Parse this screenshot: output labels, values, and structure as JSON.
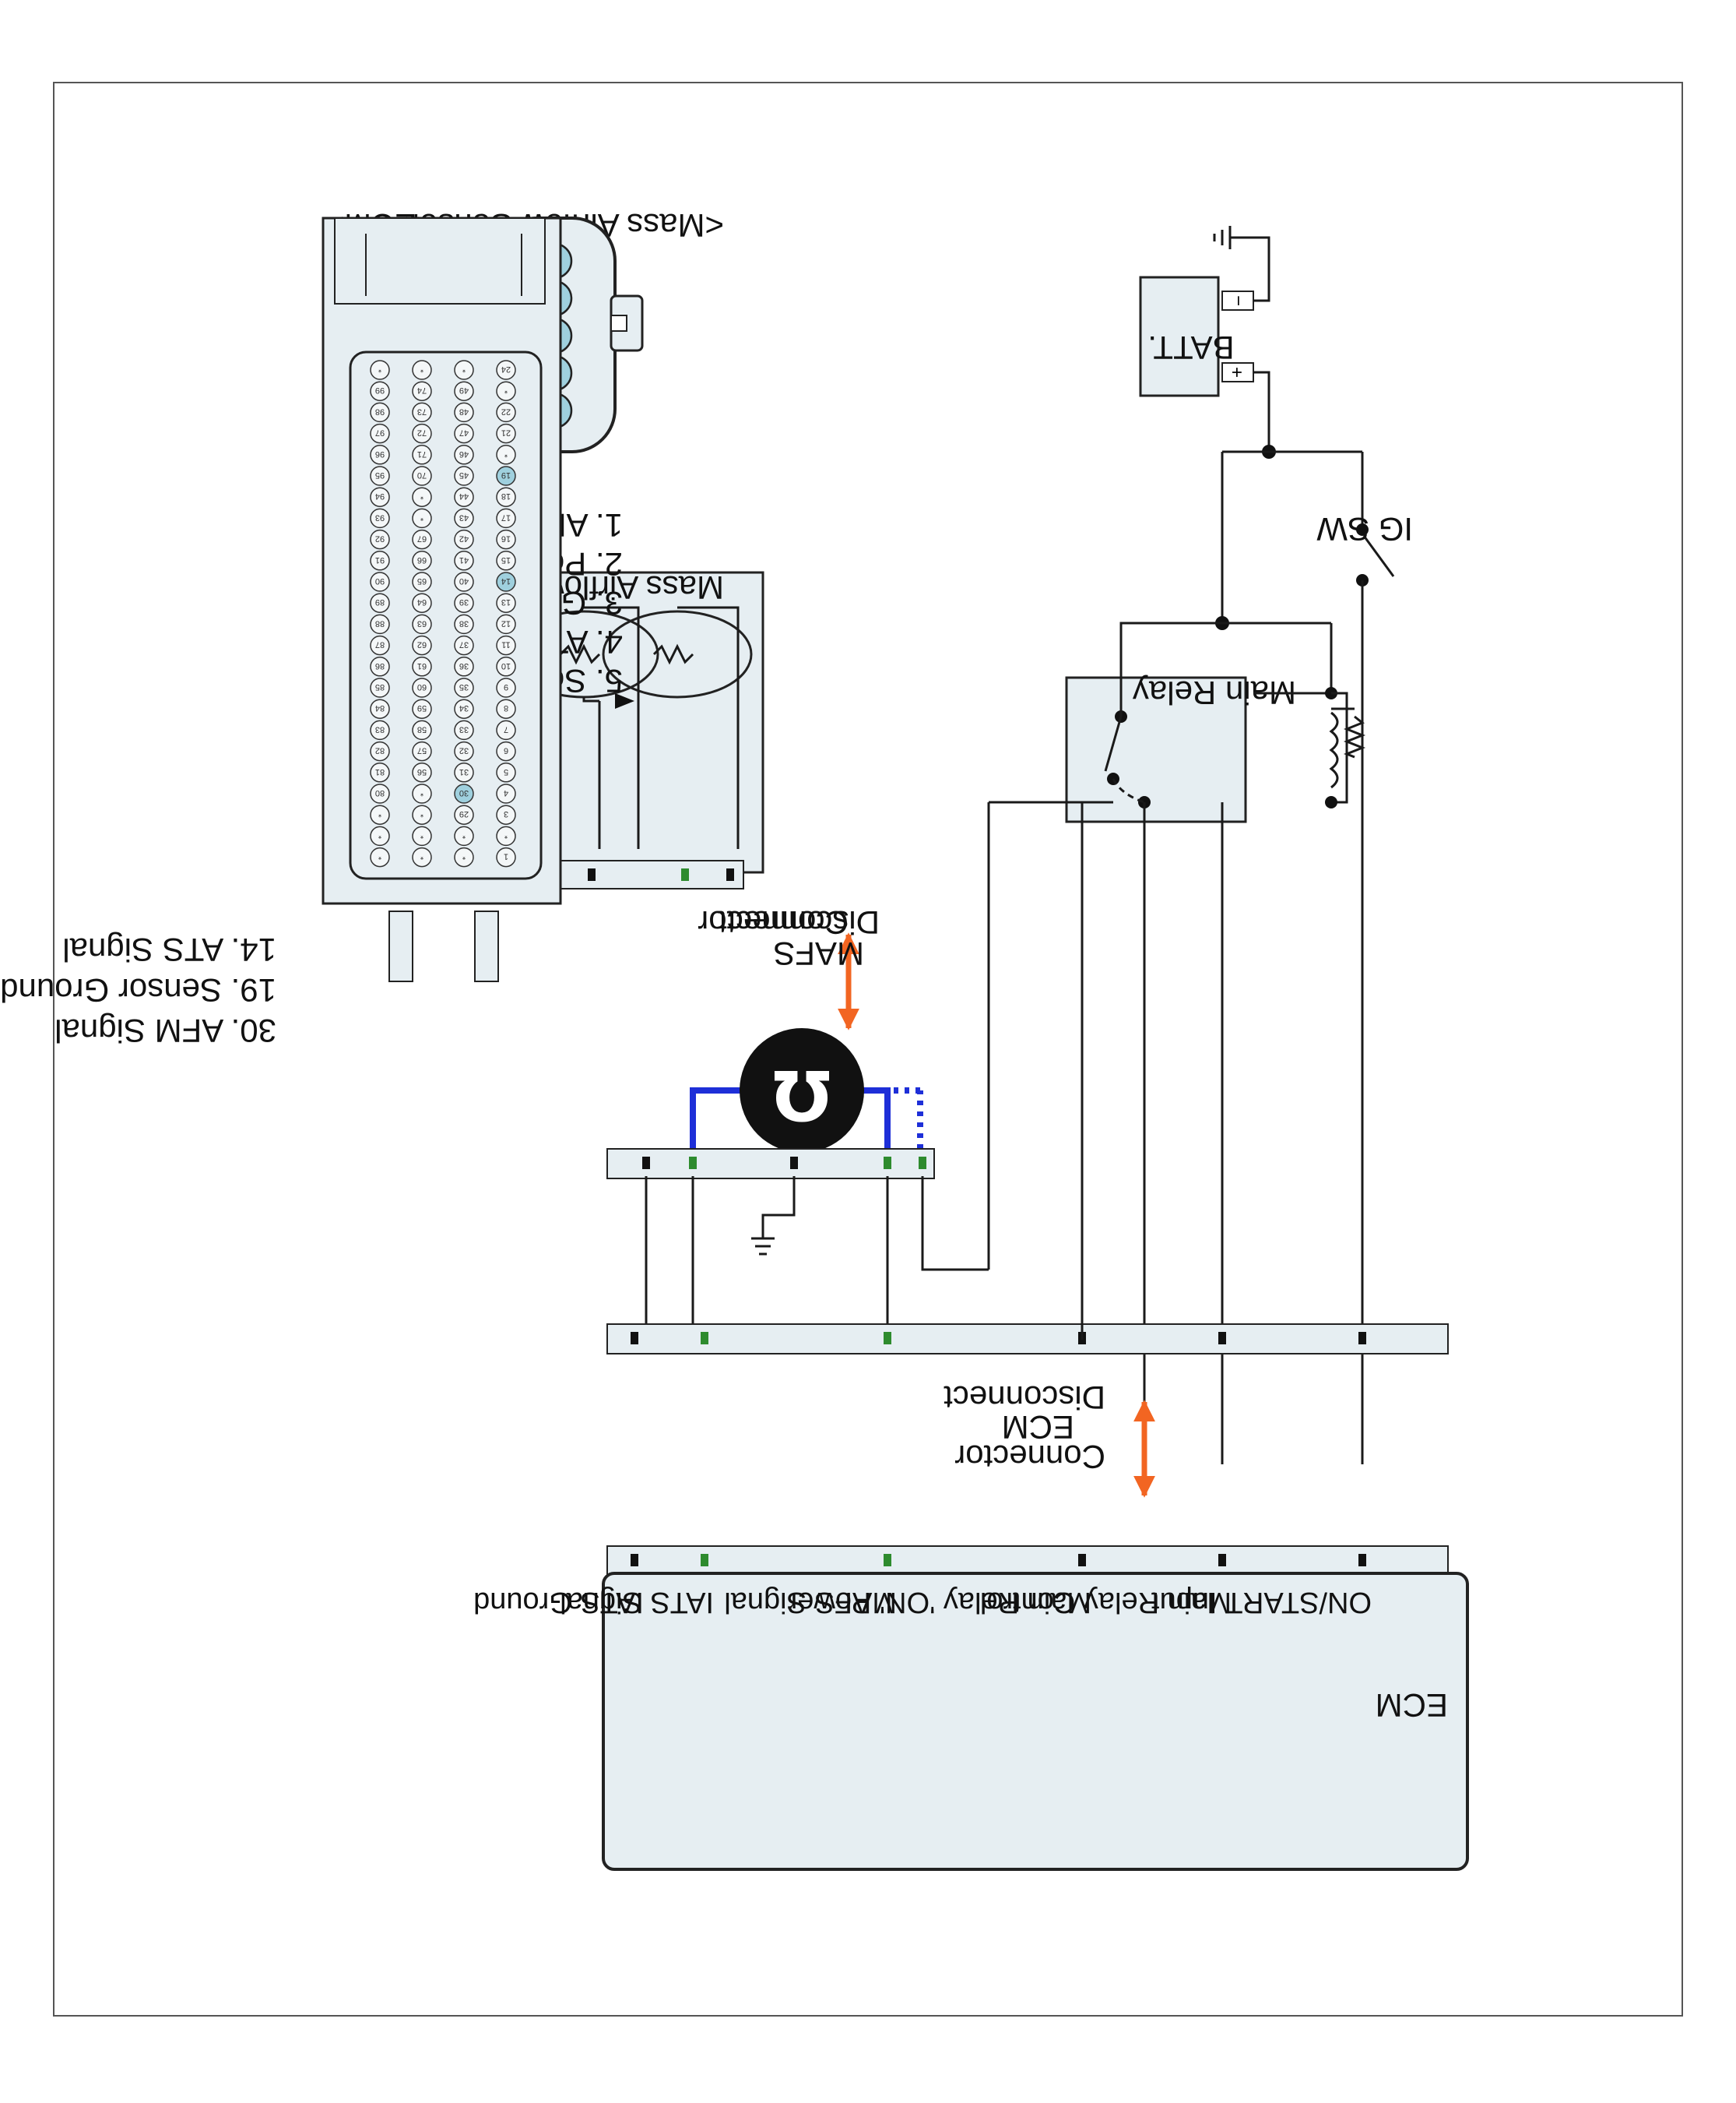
{
  "colors": {
    "wire": "#1a1a1a",
    "test_lead": "#1e2fd8",
    "arrow": "#f26522",
    "green_label": "#2e8b2e",
    "component_fill": "#e6eef2",
    "pin_highlight": "#9fd0de"
  },
  "labels": {
    "ig_sw": "IG SW",
    "batt": "BATT.",
    "main_relay": "Main Relay",
    "mass_airflow_sensor": "Mass Airflow Sensor",
    "disconnect_mafs": [
      "Disconnect",
      "MAFS",
      "Connector"
    ],
    "disconnect_ecm": [
      "Disconnect",
      "ECM",
      "Connector"
    ],
    "ecm": "ECM",
    "ohmmeter_symbol": "Ω"
  },
  "ecm_pins": [
    {
      "label": "ON/START Input",
      "green": false
    },
    {
      "label": "Main Relay Control",
      "green": false
    },
    {
      "label": "Main Relay 'ON' Power",
      "green": false
    },
    {
      "label": "MAFS Signal",
      "green": true
    },
    {
      "label": "IATS Signal",
      "green": true
    },
    {
      "label": "IATS Ground",
      "green": false
    }
  ],
  "maf_connector": {
    "title": "<Mass Airflow Sensor>",
    "pins": [
      "5",
      "4",
      "3",
      "2",
      "1"
    ],
    "legend": [
      {
        "text": "1. AFM Signal",
        "green": true
      },
      {
        "text": "2. Power",
        "green": true
      },
      {
        "text": "3. Ground",
        "green": false
      },
      {
        "text": "4. ATS Signal",
        "green": true
      },
      {
        "text": "5. Sensor Ground",
        "green": false
      }
    ]
  },
  "ecm_connector": {
    "title": "<ECM>",
    "legend": [
      {
        "text": "14. ATS Signal",
        "green": true
      },
      {
        "text": "19. Sensor Ground",
        "green": false
      },
      {
        "text": "30. AFM Signal",
        "green": true
      }
    ],
    "rows": [
      [
        "24",
        "*",
        "22",
        "21",
        "*",
        "19",
        "18",
        "17",
        "16",
        "15",
        "14",
        "13",
        "12",
        "11",
        "10",
        "9",
        "8",
        "7",
        "6",
        "5",
        "4",
        "3",
        "*",
        "1"
      ],
      [
        "*",
        "49",
        "48",
        "47",
        "46",
        "45",
        "44",
        "43",
        "42",
        "41",
        "40",
        "39",
        "38",
        "37",
        "36",
        "35",
        "34",
        "33",
        "32",
        "31",
        "30",
        "29",
        "*",
        "*"
      ],
      [
        "*",
        "74",
        "73",
        "72",
        "71",
        "70",
        "*",
        "*",
        "67",
        "66",
        "65",
        "64",
        "63",
        "62",
        "61",
        "60",
        "59",
        "58",
        "57",
        "56",
        "*",
        "*",
        "*",
        "*"
      ],
      [
        "*",
        "99",
        "98",
        "97",
        "96",
        "95",
        "94",
        "93",
        "92",
        "91",
        "90",
        "89",
        "88",
        "87",
        "86",
        "85",
        "84",
        "83",
        "82",
        "81",
        "80",
        "*",
        "*",
        "*"
      ]
    ],
    "highlighted": [
      "19",
      "14",
      "30"
    ]
  }
}
